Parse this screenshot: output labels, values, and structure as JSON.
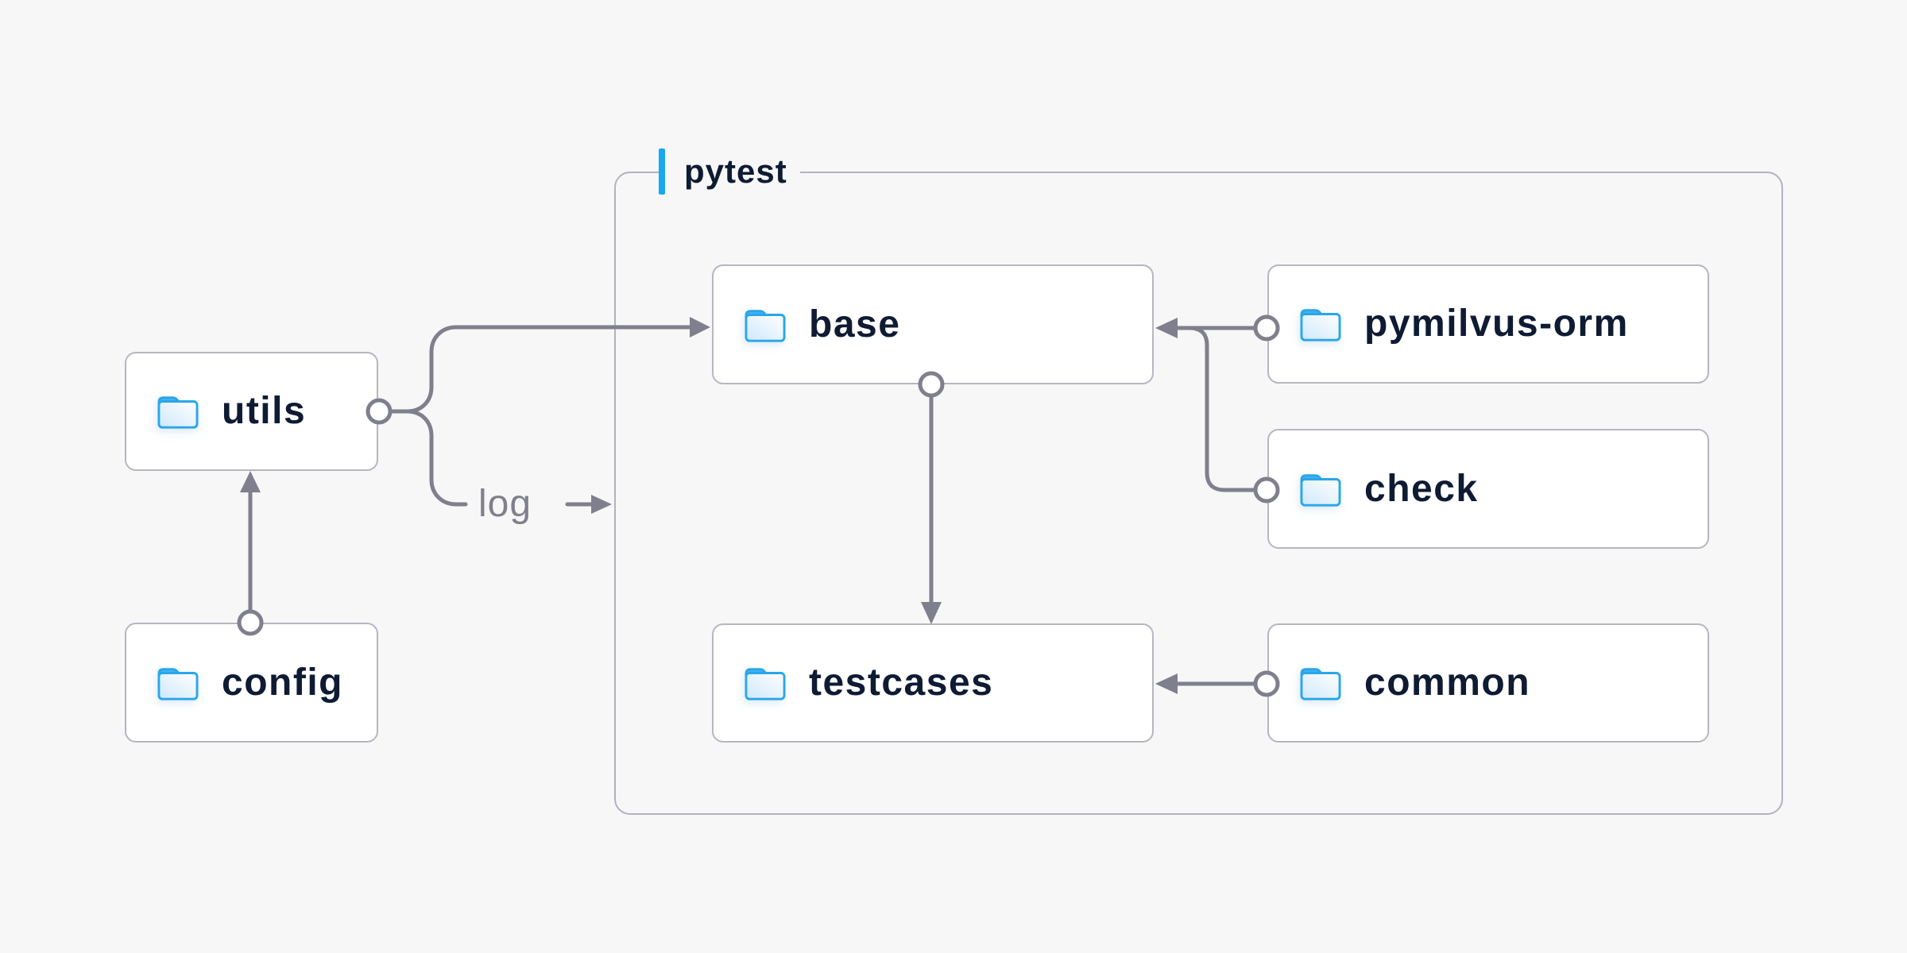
{
  "diagram": {
    "group": {
      "label": "pytest"
    },
    "nodes": [
      {
        "id": "utils",
        "label": "utils",
        "icon": "folder-icon"
      },
      {
        "id": "config",
        "label": "config",
        "icon": "folder-icon"
      },
      {
        "id": "base",
        "label": "base",
        "icon": "folder-icon",
        "group": "pytest"
      },
      {
        "id": "pymilvus-orm",
        "label": "pymilvus-orm",
        "icon": "folder-icon",
        "group": "pytest"
      },
      {
        "id": "check",
        "label": "check",
        "icon": "folder-icon",
        "group": "pytest"
      },
      {
        "id": "testcases",
        "label": "testcases",
        "icon": "folder-icon",
        "group": "pytest"
      },
      {
        "id": "common",
        "label": "common",
        "icon": "folder-icon",
        "group": "pytest"
      }
    ],
    "edges": [
      {
        "from": "config",
        "to": "utils"
      },
      {
        "from": "utils",
        "to": "base"
      },
      {
        "from": "utils",
        "to": "pytest",
        "label": "log"
      },
      {
        "from": "pymilvus-orm",
        "to": "base"
      },
      {
        "from": "check",
        "to": "base"
      },
      {
        "from": "base",
        "to": "testcases"
      },
      {
        "from": "common",
        "to": "testcases"
      }
    ],
    "colors": {
      "background": "#f7f7f8",
      "accent_blue": "#18a8ee",
      "folder_blue": "#29a6ea",
      "connector_gray": "#7f7f8d",
      "box_border_gray": "#b6b6c1",
      "text_navy": "#0e1b33"
    }
  }
}
